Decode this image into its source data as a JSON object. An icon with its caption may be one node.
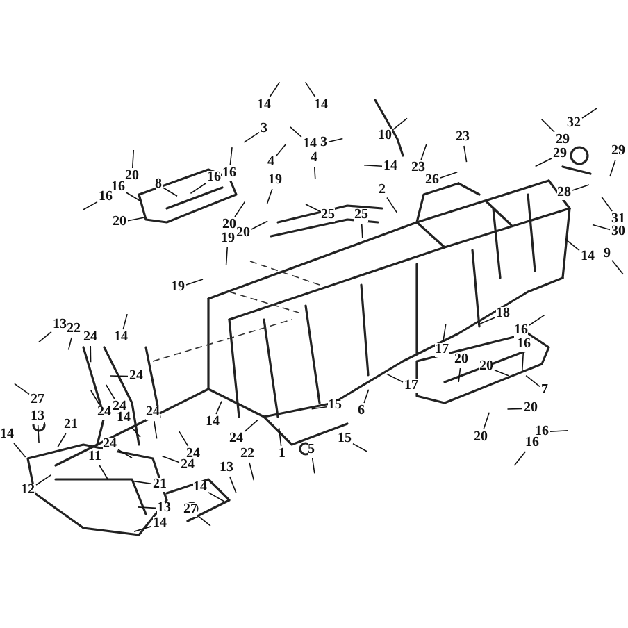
{
  "diagram": {
    "nodes": [
      {
        "text": [
          "14"
        ]
      },
      {
        "text": [
          "14"
        ]
      },
      {
        "text": [
          "3"
        ]
      },
      {
        "text": [
          "14"
        ]
      },
      {
        "text": [
          "3"
        ]
      },
      {
        "text": [
          "4"
        ]
      },
      {
        "text": [
          "4"
        ]
      },
      {
        "text": [
          "10"
        ]
      },
      {
        "text": [
          "14"
        ]
      },
      {
        "text": [
          "23"
        ]
      },
      {
        "text": [
          "23"
        ]
      },
      {
        "text": [
          "26"
        ]
      },
      {
        "text": [
          "2"
        ]
      },
      {
        "text": [
          "25"
        ]
      },
      {
        "text": [
          "25"
        ]
      },
      {
        "text": [
          "32"
        ]
      },
      {
        "text": [
          "29"
        ]
      },
      {
        "text": [
          "29"
        ]
      },
      {
        "text": [
          "29"
        ]
      },
      {
        "text": [
          "20"
        ]
      },
      {
        "text": [
          "8"
        ]
      },
      {
        "text": [
          "16"
        ]
      },
      {
        "text": [
          "16"
        ]
      },
      {
        "text": [
          "16"
        ]
      },
      {
        "text": [
          "16"
        ]
      },
      {
        "text": [
          "19"
        ]
      },
      {
        "text": [
          "28"
        ]
      },
      {
        "text": [
          "20"
        ]
      },
      {
        "text": [
          "20"
        ]
      },
      {
        "text": [
          "20"
        ]
      },
      {
        "text": [
          "31"
        ]
      },
      {
        "text": [
          "30"
        ]
      },
      {
        "text": [
          "19"
        ]
      },
      {
        "text": [
          "9"
        ]
      },
      {
        "text": [
          "14"
        ]
      },
      {
        "text": [
          "19"
        ]
      },
      {
        "text": [
          "18"
        ]
      },
      {
        "text": [
          "13"
        ]
      },
      {
        "text": [
          "22"
        ]
      },
      {
        "text": [
          "24"
        ]
      },
      {
        "text": [
          "14"
        ]
      },
      {
        "text": [
          "16"
        ]
      },
      {
        "text": [
          "16"
        ]
      },
      {
        "text": [
          "17"
        ]
      },
      {
        "text": [
          "20"
        ]
      },
      {
        "text": [
          "20"
        ]
      },
      {
        "text": [
          "24"
        ]
      },
      {
        "text": [
          "17"
        ]
      },
      {
        "text": [
          "7"
        ]
      },
      {
        "text": [
          "27"
        ]
      },
      {
        "text": [
          "15"
        ]
      },
      {
        "text": [
          "24"
        ]
      },
      {
        "text": [
          "20"
        ]
      },
      {
        "text": [
          "6"
        ]
      },
      {
        "text": [
          "24"
        ]
      },
      {
        "text": [
          "13"
        ]
      },
      {
        "text": [
          "14"
        ]
      },
      {
        "text": [
          "24"
        ]
      },
      {
        "text": [
          "14"
        ]
      },
      {
        "text": [
          "21"
        ]
      },
      {
        "text": [
          "14"
        ]
      },
      {
        "text": [
          "20"
        ]
      },
      {
        "text": [
          "15"
        ]
      },
      {
        "text": [
          "16"
        ]
      },
      {
        "text": [
          "16"
        ]
      },
      {
        "text": [
          "24"
        ]
      },
      {
        "text": [
          "24"
        ]
      },
      {
        "text": [
          "5"
        ]
      },
      {
        "text": [
          "1"
        ]
      },
      {
        "text": [
          "22"
        ]
      },
      {
        "text": [
          "24"
        ]
      },
      {
        "text": [
          "11"
        ]
      },
      {
        "text": [
          "24"
        ]
      },
      {
        "text": [
          "13"
        ]
      },
      {
        "text": [
          "21"
        ]
      },
      {
        "text": [
          "14"
        ]
      },
      {
        "text": [
          "12"
        ]
      },
      {
        "text": [
          "13"
        ]
      },
      {
        "text": [
          "27"
        ]
      },
      {
        "text": [
          "14"
        ]
      }
    ],
    "edges": [
      {
        "from": 0,
        "to": null,
        "arrow": "none"
      },
      {
        "from": 1,
        "to": null,
        "arrow": "none"
      },
      {
        "from": 2,
        "to": null,
        "arrow": "none"
      },
      {
        "from": 3,
        "to": null,
        "arrow": "none"
      },
      {
        "from": 4,
        "to": null,
        "arrow": "none"
      },
      {
        "from": 5,
        "to": null,
        "arrow": "none"
      },
      {
        "from": 6,
        "to": null,
        "arrow": "none"
      },
      {
        "from": 7,
        "to": null,
        "arrow": "none"
      },
      {
        "from": 8,
        "to": null,
        "arrow": "none"
      },
      {
        "from": 9,
        "to": null,
        "arrow": "none"
      },
      {
        "from": 10,
        "to": null,
        "arrow": "none"
      },
      {
        "from": 11,
        "to": null,
        "arrow": "none"
      },
      {
        "from": 12,
        "to": null,
        "arrow": "none"
      },
      {
        "from": 13,
        "to": null,
        "arrow": "none"
      },
      {
        "from": 14,
        "to": null,
        "arrow": "none"
      },
      {
        "from": 15,
        "to": null,
        "arrow": "none"
      },
      {
        "from": 16,
        "to": null,
        "arrow": "none"
      },
      {
        "from": 17,
        "to": null,
        "arrow": "none"
      },
      {
        "from": 18,
        "to": null,
        "arrow": "none"
      },
      {
        "from": 19,
        "to": null,
        "arrow": "none"
      },
      {
        "from": 20,
        "to": null,
        "arrow": "none"
      },
      {
        "from": 21,
        "to": null,
        "arrow": "none"
      },
      {
        "from": 22,
        "to": null,
        "arrow": "none"
      },
      {
        "from": 23,
        "to": null,
        "arrow": "none"
      },
      {
        "from": 24,
        "to": null,
        "arrow": "none"
      },
      {
        "from": 25,
        "to": null,
        "arrow": "none"
      },
      {
        "from": 26,
        "to": null,
        "arrow": "none"
      },
      {
        "from": 27,
        "to": null,
        "arrow": "none"
      },
      {
        "from": 28,
        "to": null,
        "arrow": "none"
      },
      {
        "from": 29,
        "to": null,
        "arrow": "none"
      },
      {
        "from": 30,
        "to": null,
        "arrow": "none"
      },
      {
        "from": 31,
        "to": null,
        "arrow": "none"
      },
      {
        "from": 32,
        "to": null,
        "arrow": "none"
      },
      {
        "from": 33,
        "to": null,
        "arrow": "none"
      },
      {
        "from": 34,
        "to": null,
        "arrow": "none"
      },
      {
        "from": 35,
        "to": null,
        "arrow": "none"
      },
      {
        "from": 36,
        "to": null,
        "arrow": "none"
      },
      {
        "from": 37,
        "to": null,
        "arrow": "none"
      },
      {
        "from": 38,
        "to": null,
        "arrow": "none"
      },
      {
        "from": 39,
        "to": null,
        "arrow": "none"
      },
      {
        "from": 40,
        "to": null,
        "arrow": "none"
      },
      {
        "from": 41,
        "to": null,
        "arrow": "none"
      },
      {
        "from": 42,
        "to": null,
        "arrow": "none"
      },
      {
        "from": 43,
        "to": null,
        "arrow": "none"
      },
      {
        "from": 44,
        "to": null,
        "arrow": "none"
      },
      {
        "from": 45,
        "to": null,
        "arrow": "none"
      },
      {
        "from": 46,
        "to": null,
        "arrow": "none"
      },
      {
        "from": 47,
        "to": null,
        "arrow": "none"
      },
      {
        "from": 48,
        "to": null,
        "arrow": "none"
      },
      {
        "from": 49,
        "to": null,
        "arrow": "none"
      },
      {
        "from": 50,
        "to": null,
        "arrow": "none"
      },
      {
        "from": 51,
        "to": null,
        "arrow": "none"
      },
      {
        "from": 52,
        "to": null,
        "arrow": "none"
      },
      {
        "from": 53,
        "to": null,
        "arrow": "none"
      },
      {
        "from": 54,
        "to": null,
        "arrow": "none"
      },
      {
        "from": 55,
        "to": null,
        "arrow": "none"
      },
      {
        "from": 56,
        "to": null,
        "arrow": "none"
      },
      {
        "from": 57,
        "to": null,
        "arrow": "none"
      },
      {
        "from": 58,
        "to": null,
        "arrow": "none"
      },
      {
        "from": 59,
        "to": null,
        "arrow": "none"
      },
      {
        "from": 60,
        "to": null,
        "arrow": "none"
      },
      {
        "from": 61,
        "to": null,
        "arrow": "none"
      },
      {
        "from": 62,
        "to": null,
        "arrow": "none"
      },
      {
        "from": 63,
        "to": null,
        "arrow": "none"
      },
      {
        "from": 64,
        "to": null,
        "arrow": "none"
      },
      {
        "from": 65,
        "to": null,
        "arrow": "none"
      },
      {
        "from": 66,
        "to": null,
        "arrow": "none"
      },
      {
        "from": 67,
        "to": null,
        "arrow": "none"
      },
      {
        "from": 68,
        "to": null,
        "arrow": "none"
      },
      {
        "from": 69,
        "to": null,
        "arrow": "none"
      },
      {
        "from": 70,
        "to": null,
        "arrow": "none"
      },
      {
        "from": 71,
        "to": null,
        "arrow": "none"
      },
      {
        "from": 72,
        "to": null,
        "arrow": "none"
      },
      {
        "from": 73,
        "to": null,
        "arrow": "none"
      },
      {
        "from": 74,
        "to": null,
        "arrow": "none"
      },
      {
        "from": 75,
        "to": null,
        "arrow": "none"
      },
      {
        "from": 76,
        "to": null,
        "arrow": "none"
      },
      {
        "from": 77,
        "to": null,
        "arrow": "none"
      },
      {
        "from": 78,
        "to": null,
        "arrow": "none"
      },
      {
        "from": 79,
        "to": null,
        "arrow": "none"
      }
    ]
  }
}
